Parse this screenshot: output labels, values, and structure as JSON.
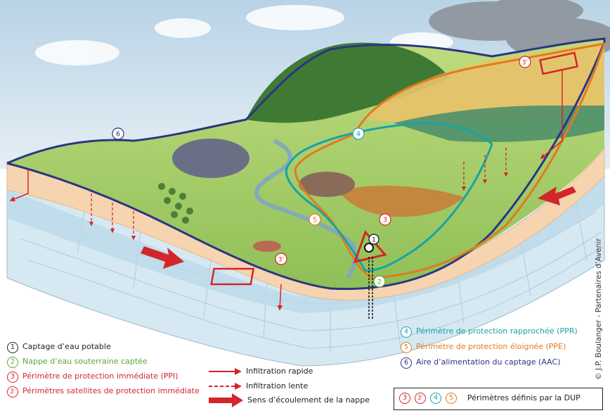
{
  "legend": {
    "left": [
      {
        "num": "1",
        "text": "Captage d’eau potable",
        "color": "#222222"
      },
      {
        "num": "2",
        "text": "Nappe d’eau souterraine captée",
        "color": "#5aa63a"
      },
      {
        "num": "3",
        "text": "Périmètre de protection immédiate (PPI)",
        "color": "#d3262a"
      },
      {
        "num": "3’",
        "text": "Périmètres satellites de protection immédiate",
        "color": "#d3262a"
      }
    ],
    "arrows": [
      {
        "text": "Infiltration rapide"
      },
      {
        "text": "Infiltration lente"
      },
      {
        "text": "Sens d’écoulement de la nappe"
      }
    ],
    "right": [
      {
        "num": "4",
        "text": "Périmètre de protection rapprochée (PPR)",
        "color": "#1aa3a3"
      },
      {
        "num": "5",
        "text": "Périmètre de protection éloignée (PPE)",
        "color": "#e07b20"
      },
      {
        "num": "6",
        "text": "Aire d’alimentation du captage (AAC)",
        "color": "#2b3580"
      }
    ],
    "dup": {
      "text": "Périmètres définis par la DUP",
      "nums": [
        {
          "num": "3",
          "color": "#d3262a"
        },
        {
          "num": "3’",
          "color": "#d3262a"
        },
        {
          "num": "4",
          "color": "#1aa3a3"
        },
        {
          "num": "5",
          "color": "#e07b20"
        }
      ]
    }
  },
  "diagram_markers": {
    "m1": "1",
    "m2": "2",
    "m3": "3",
    "m3a": "3’",
    "m3b": "3’",
    "m4": "4",
    "m5": "5",
    "m6": "6"
  },
  "credit": "© J.P. Boulanger - Partenaires d’Avenir",
  "colors": {
    "aac": "#2b3580",
    "ppe": "#e07b20",
    "ppr": "#1aa3a3",
    "ppi": "#d3262a",
    "nappe": "#5aa63a",
    "rock": "#d6e8f2",
    "soil": "#f6d4b0",
    "grass": "#a9cf6a"
  }
}
